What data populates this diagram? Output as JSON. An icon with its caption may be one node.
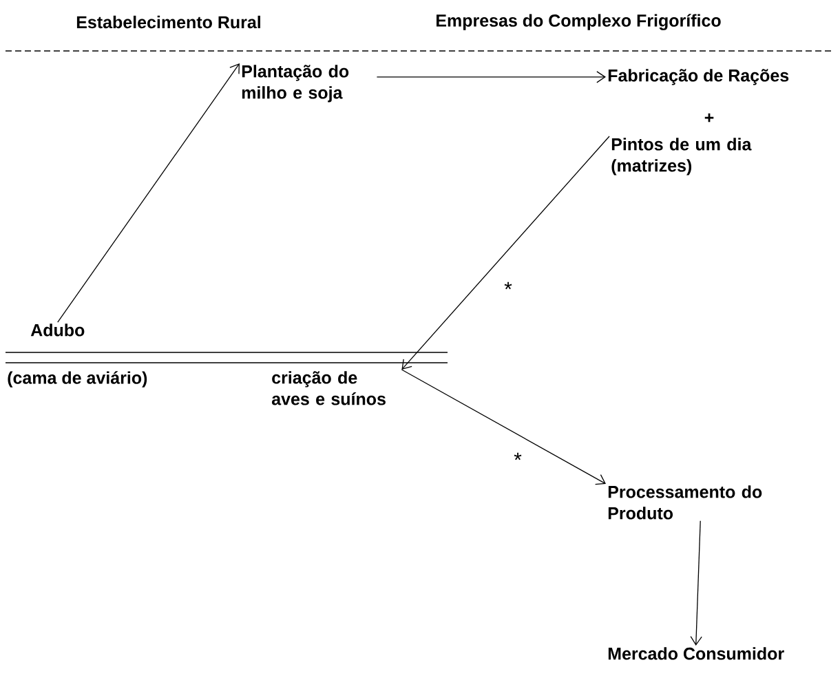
{
  "diagram": {
    "nodes": [
      {
        "text": [
          "Plantação do milho e soja"
        ]
      },
      {
        "text": [
          "Fabricação de Rações"
        ]
      },
      {
        "text": [
          "Pintos de um dia (matrizes)"
        ]
      },
      {
        "text": [
          "Adubo"
        ]
      },
      {
        "text": [
          "(cama de aviário)"
        ]
      },
      {
        "text": [
          "criação de aves e suínos"
        ]
      },
      {
        "text": [
          "Processamento do Produto"
        ]
      },
      {
        "text": [
          "Mercado Consumidor"
        ]
      }
    ],
    "edges": [
      {
        "from": 3,
        "to": 0,
        "arrow": "to"
      },
      {
        "from": 0,
        "to": 1,
        "arrow": "to"
      },
      {
        "from": 2,
        "to": 5,
        "arrow": "to",
        "label": "*"
      },
      {
        "from": 5,
        "to": 6,
        "arrow": "to",
        "label": "*"
      },
      {
        "from": 6,
        "to": 7,
        "arrow": "to"
      }
    ],
    "labels": [
      "Estabelecimento Rural",
      "Empresas do Complexo Frigorífico",
      "+"
    ]
  }
}
